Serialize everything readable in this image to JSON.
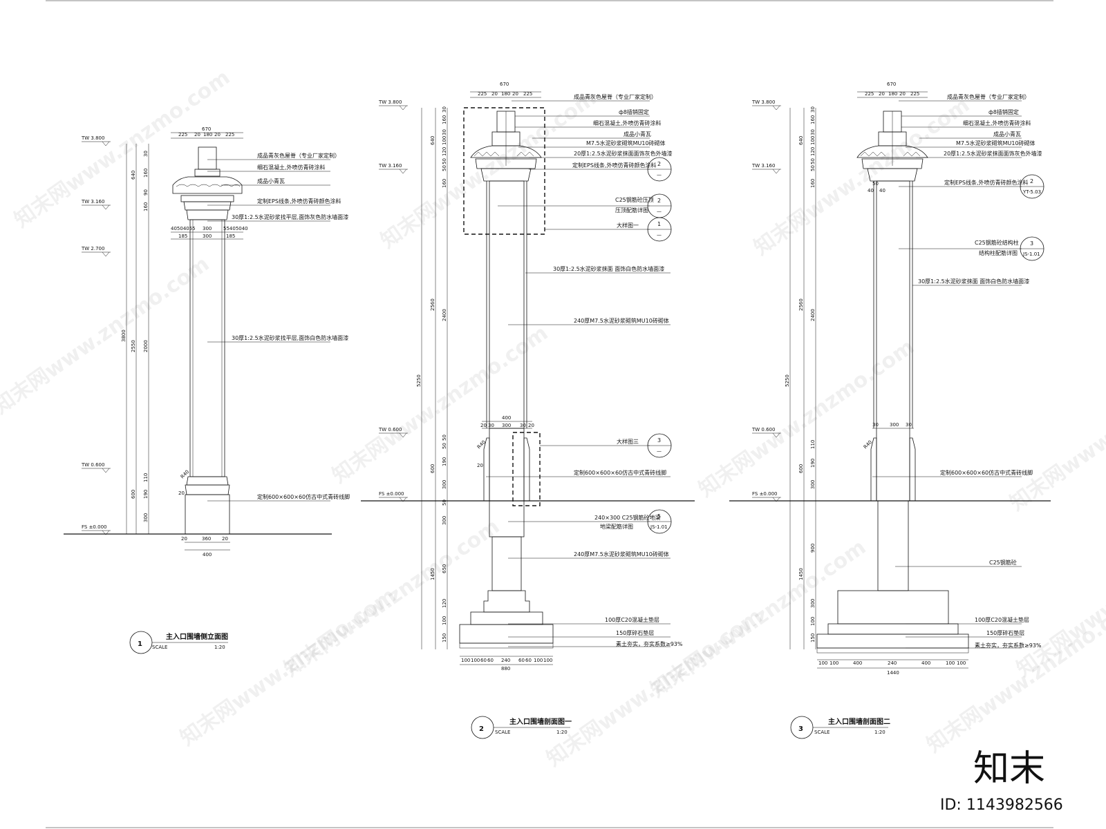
{
  "drawings": [
    {
      "num": "1",
      "title": "主入口围墙侧立面图",
      "scale_word": "SCALE",
      "scale": "1:20",
      "levels": [
        "TW 3.800",
        "TW 3.160",
        "TW 2.700",
        "TW 0.600",
        "FS ±0.000"
      ],
      "top_total": "670",
      "top_dims": [
        "225",
        "20",
        "180",
        "20",
        "225"
      ],
      "mid_dims": [
        "40504055",
        "300",
        "55405040"
      ],
      "mid_dims2": [
        "185",
        "300",
        "185"
      ],
      "base_dims": [
        "20",
        "360",
        "20"
      ],
      "base_total": "400",
      "vdims_outer": [
        "3800"
      ],
      "vdims_mid": [
        "640",
        "2550",
        "600"
      ],
      "vdims_inner": [
        "30",
        "160",
        "90",
        "160",
        "2000",
        "110",
        "190",
        "300"
      ],
      "labels": [
        "成品青灰色屋脊（专业厂家定制）",
        "细石混凝土,外喷仿青砖涂料",
        "成品小青瓦",
        "定制EPS线条,外喷仿青砖颜色涂料",
        "30厚1:2.5水泥砂浆找平层,面饰灰色防水墙面漆",
        "30厚1:2.5水泥砂浆找平层,面饰白色防水墙面漆",
        "定制600×600×60仿古中式青砖线脚"
      ],
      "misc": [
        "R40",
        "20"
      ]
    },
    {
      "num": "2",
      "title": "主入口围墙剖面图一",
      "scale_word": "SCALE",
      "scale": "1:20",
      "levels": [
        "TW 3.800",
        "TW 3.160",
        "TW 0.600",
        "FS ±0.000"
      ],
      "top_total": "670",
      "top_dims": [
        "225",
        "20",
        "180",
        "20",
        "225"
      ],
      "mid_total": "400",
      "mid_dims": [
        "20",
        "30",
        "300",
        "30",
        "20"
      ],
      "base_dims": [
        "100",
        "100",
        "60",
        "60",
        "240",
        "60",
        "60",
        "100",
        "100"
      ],
      "base_total": "880",
      "vdims_outer": [
        "5250"
      ],
      "vdims_mid": [
        "640",
        "2560",
        "600",
        "1450"
      ],
      "vdims_inner": [
        "30",
        "160",
        "30",
        "100",
        "120",
        "50",
        "50",
        "160",
        "2400",
        "50",
        "50",
        "190",
        "300",
        "50",
        "300",
        "650",
        "120",
        "100",
        "150"
      ],
      "labels": [
        "成品青灰色屋脊（专业厂家定制）",
        "ф8插销固定",
        "细石混凝土,外喷仿青砖涂料",
        "成品小青瓦",
        "M7.5水泥砂浆砌筑MU10砖砌体",
        "20厚1:2.5水泥砂浆抹面面饰灰色外墙漆",
        "定制EPS线条,外喷仿青砖颜色涂料",
        "C25钢筋砼压顶",
        "压顶配筋详图",
        "大样图一",
        "30厚1:2.5水泥砂浆抹面 面饰白色防水墙面漆",
        "240厚M7.5水泥砂浆砌筑MU10砖砌体",
        "大样图三",
        "定制600×600×60仿古中式青砖线脚",
        "240×300 C25钢筋砼地梁",
        "地梁配筋详图",
        "240厚M7.5水泥砂浆砌筑MU10砖砌体",
        "100厚C20混凝土垫层",
        "150厚碎石垫层",
        "素土夯实，夯实系数≥93%"
      ],
      "refs": [
        {
          "top": "2",
          "bottom": "—"
        },
        {
          "top": "2",
          "bottom": "—"
        },
        {
          "top": "1",
          "bottom": "—"
        },
        {
          "top": "3",
          "bottom": "—"
        },
        {
          "top": "5",
          "bottom": "JS-1.01"
        }
      ],
      "misc": [
        "R40",
        "20"
      ]
    },
    {
      "num": "3",
      "title": "主入口围墙剖面图二",
      "scale_word": "SCALE",
      "scale": "1:20",
      "levels": [
        "TW 3.800",
        "TW 3.160",
        "TW 0.600",
        "FS ±0.000"
      ],
      "top_total": "670",
      "top_dims": [
        "225",
        "20",
        "180",
        "20",
        "225"
      ],
      "mid_dims": [
        "50",
        "40",
        "40"
      ],
      "col_dims": [
        "30",
        "300",
        "30"
      ],
      "base_dims": [
        "100",
        "100",
        "400",
        "240",
        "400",
        "100",
        "100"
      ],
      "base_total": "1440",
      "vdims_outer": [
        "5250"
      ],
      "vdims_mid": [
        "640",
        "2560",
        "600",
        "1450"
      ],
      "vdims_inner": [
        "30",
        "160",
        "30",
        "100",
        "120",
        "50",
        "50",
        "160",
        "2400",
        "110",
        "190",
        "300",
        "900",
        "300",
        "100",
        "150"
      ],
      "labels": [
        "成品青灰色屋脊（专业厂家定制）",
        "ф8插销固定",
        "细石混凝土,外喷仿青砖涂料",
        "成品小青瓦",
        "M7.5水泥砂浆砌筑MU10砖砌体",
        "20厚1:2.5水泥砂浆抹面面饰灰色外墙漆",
        "定制EPS线条,外喷仿青砖颜色涂料",
        "C25钢筋砼结构柱",
        "结构柱配筋详图",
        "30厚1:2.5水泥砂浆抹面 面饰白色防水墙面漆",
        "定制600×600×60仿古中式青砖线脚",
        "C25钢筋砼",
        "100厚C20混凝土垫层",
        "150厚碎石垫层",
        "素土夯实，夯实系数≥93%"
      ],
      "refs": [
        {
          "top": "2",
          "bottom": "YT-5.03"
        },
        {
          "top": "3",
          "bottom": "JS-1.01"
        }
      ],
      "misc": [
        "R40"
      ]
    }
  ],
  "watermark": {
    "text": "知末网www.znzmo.com",
    "logo": "知末",
    "id_label": "ID: 1143982566"
  }
}
